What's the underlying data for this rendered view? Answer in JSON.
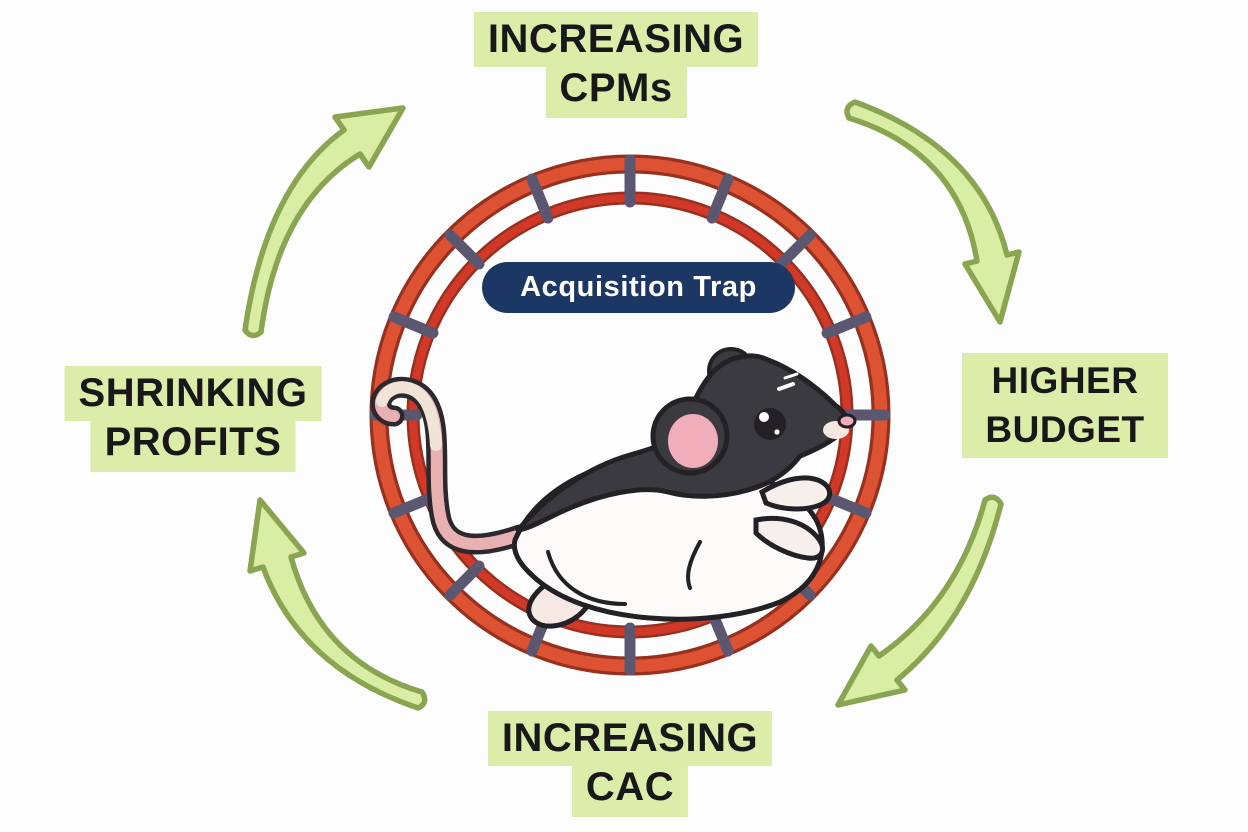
{
  "diagram": {
    "type": "cycle",
    "direction": "clockwise",
    "center_label": "Acquisition Trap",
    "nodes": [
      "INCREASING CPMs",
      "HIGHER BUDGET",
      "INCREASING CAC",
      "SHRINKING PROFITS"
    ]
  },
  "center_badge": {
    "label": "Acquisition Trap",
    "bg_color": "#1d3765",
    "text_color": "#ffffff"
  },
  "labels": {
    "top": {
      "line1": "INCREASING",
      "line2": "CPMs"
    },
    "right": {
      "line1": "HIGHER",
      "line2": "BUDGET"
    },
    "bottom": {
      "line1": "INCREASING",
      "line2": "CAC"
    },
    "left": {
      "line1": "SHRINKING",
      "line2": "PROFITS"
    }
  },
  "colors": {
    "background": "#fdfdfd",
    "label_highlight": "#dcedaa",
    "label_text": "#18181a",
    "arrow_fill": "#d9eda4",
    "arrow_outline": "#8aa551",
    "wheel_outer_red": "#dd5233",
    "wheel_inner_red": "#d23828",
    "wheel_dark_edge": "#97301e",
    "rung_gray": "#5c5770",
    "badge_navy": "#1d3765",
    "rat_dark": "#3b3a3f",
    "rat_body": "#fdfbfa",
    "rat_pink": "#f0aebb",
    "rat_tail_pink": "#e9b0b2"
  }
}
